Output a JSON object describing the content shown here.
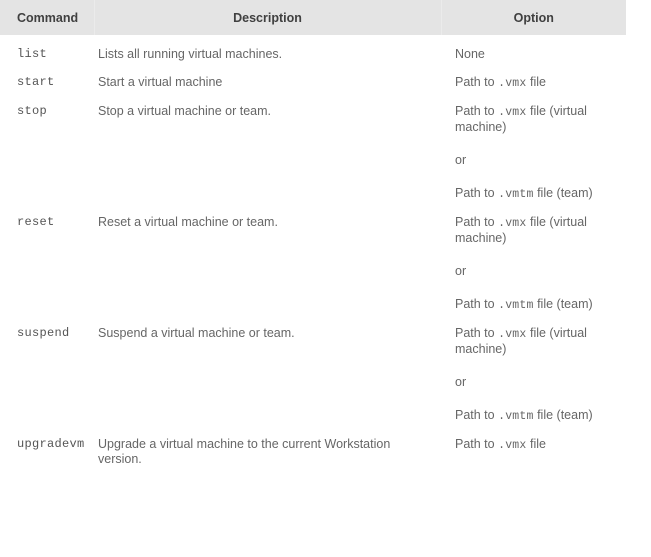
{
  "table": {
    "columns": [
      {
        "key": "command",
        "label": "Command",
        "align": "left"
      },
      {
        "key": "description",
        "label": "Description",
        "align": "center"
      },
      {
        "key": "option",
        "label": "Option",
        "align": "center"
      }
    ],
    "rows": [
      {
        "command": "list",
        "description": "Lists all running virtual machines.",
        "option_lines": [
          {
            "pre": "None",
            "mono": "",
            "post": ""
          }
        ]
      },
      {
        "command": "start",
        "description": "Start a virtual machine",
        "option_lines": [
          {
            "pre": "Path to ",
            "mono": ".vmx",
            "post": " file"
          }
        ]
      },
      {
        "command": "stop",
        "description": "Stop a virtual machine or team.",
        "option_lines": [
          {
            "pre": "Path to ",
            "mono": ".vmx",
            "post": " file (virtual machine)"
          },
          {
            "pre": "or",
            "mono": "",
            "post": ""
          },
          {
            "pre": "Path to ",
            "mono": ".vmtm",
            "post": " file (team)"
          }
        ]
      },
      {
        "command": "reset",
        "description": "Reset a virtual machine or team.",
        "option_lines": [
          {
            "pre": "Path to ",
            "mono": ".vmx",
            "post": " file (virtual machine)"
          },
          {
            "pre": "or",
            "mono": "",
            "post": ""
          },
          {
            "pre": "Path to ",
            "mono": ".vmtm",
            "post": " file (team)"
          }
        ]
      },
      {
        "command": "suspend",
        "description": "Suspend a virtual machine or team.",
        "option_lines": [
          {
            "pre": "Path to ",
            "mono": ".vmx",
            "post": " file (virtual machine)"
          },
          {
            "pre": "or",
            "mono": "",
            "post": ""
          },
          {
            "pre": "Path to ",
            "mono": ".vmtm",
            "post": " file (team)"
          }
        ]
      },
      {
        "command": "upgradevm",
        "description": "Upgrade a virtual machine to the current Workstation version.",
        "option_lines": [
          {
            "pre": "Path to ",
            "mono": ".vmx",
            "post": " file"
          }
        ]
      }
    ]
  },
  "colors": {
    "header_background": "#e4e4e4",
    "header_text": "#404040",
    "body_text": "#666666",
    "command_text": "#555555",
    "page_background": "#ffffff",
    "column_divider": "#ebebeb"
  }
}
